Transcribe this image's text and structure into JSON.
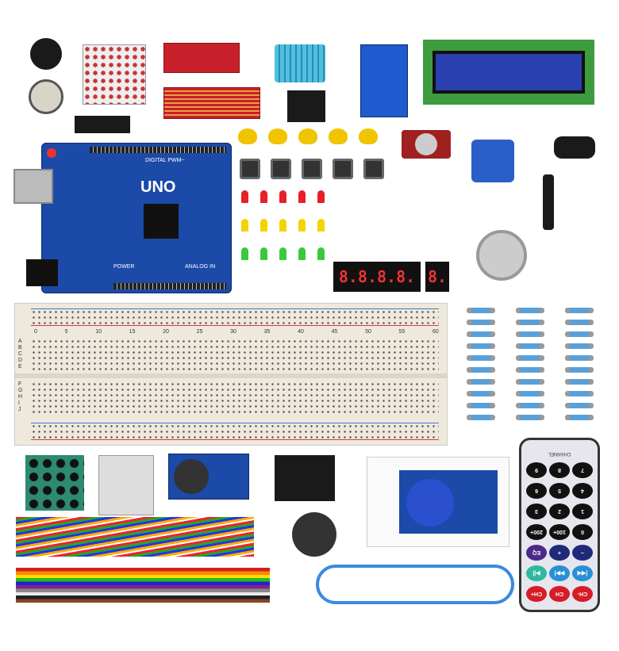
{
  "arduino": {
    "title": "UNO",
    "digital_label": "DIGITAL PWM~",
    "power_label": "POWER",
    "analog_label": "ANALOG IN"
  },
  "breadboard": {
    "column_numbers": [
      "0",
      "5",
      "10",
      "15",
      "20",
      "25",
      "30",
      "35",
      "40",
      "45",
      "50",
      "55",
      "60"
    ],
    "rows_top": [
      "A",
      "B",
      "C",
      "D",
      "E"
    ],
    "rows_bottom": [
      "F",
      "G",
      "H",
      "I",
      "J"
    ]
  },
  "seven_segment": {
    "four_digit": "8.8.8.8.",
    "one_digit": "8."
  },
  "remote": {
    "rows": [
      [
        "CH-",
        "CH",
        "CH+"
      ],
      [
        "|◀◀",
        "▶▶|",
        "▶||"
      ],
      [
        "−",
        "+",
        "EQ"
      ],
      [
        "0",
        "100+",
        "200+"
      ],
      [
        "1",
        "2",
        "3"
      ],
      [
        "4",
        "5",
        "6"
      ],
      [
        "7",
        "8",
        "9"
      ]
    ],
    "footer": "CHANNEL",
    "colors": {
      "ch": "#d61c28",
      "nav": "#2a8fd8",
      "play": "#2fb8a0",
      "vol": "#1f2a7a",
      "eq": "#4b2a8a",
      "num": "#111111"
    }
  },
  "colors": {
    "pcb_blue": "#1b4aa8",
    "pcb_red": "#c8202a",
    "lcd": "#2a3fb0",
    "led_red": "#e8202a",
    "led_yellow": "#f2d400",
    "led_green": "#3cc83c"
  }
}
